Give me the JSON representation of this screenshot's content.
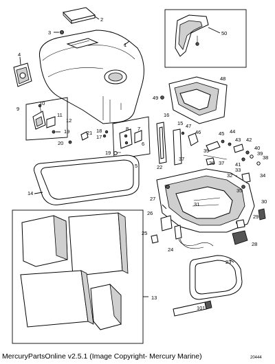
{
  "caption": "MercuryPartsOnline v2.5.1 (Image Copyright- Mercury Marine)",
  "drawing_number": "20444",
  "tube_label": "101",
  "callouts": [
    "1",
    "2",
    "3",
    "4",
    "5",
    "6",
    "7",
    "8",
    "9",
    "10",
    "11",
    "12",
    "13",
    "14",
    "15",
    "16",
    "17",
    "18",
    "19",
    "19",
    "20",
    "21",
    "22",
    "23",
    "24",
    "25",
    "26",
    "27",
    "28",
    "29",
    "30",
    "31",
    "32",
    "33",
    "34",
    "35",
    "36",
    "37",
    "37",
    "38",
    "39",
    "39",
    "40",
    "41",
    "42",
    "43",
    "44",
    "45",
    "46",
    "47",
    "48",
    "49",
    "50"
  ]
}
